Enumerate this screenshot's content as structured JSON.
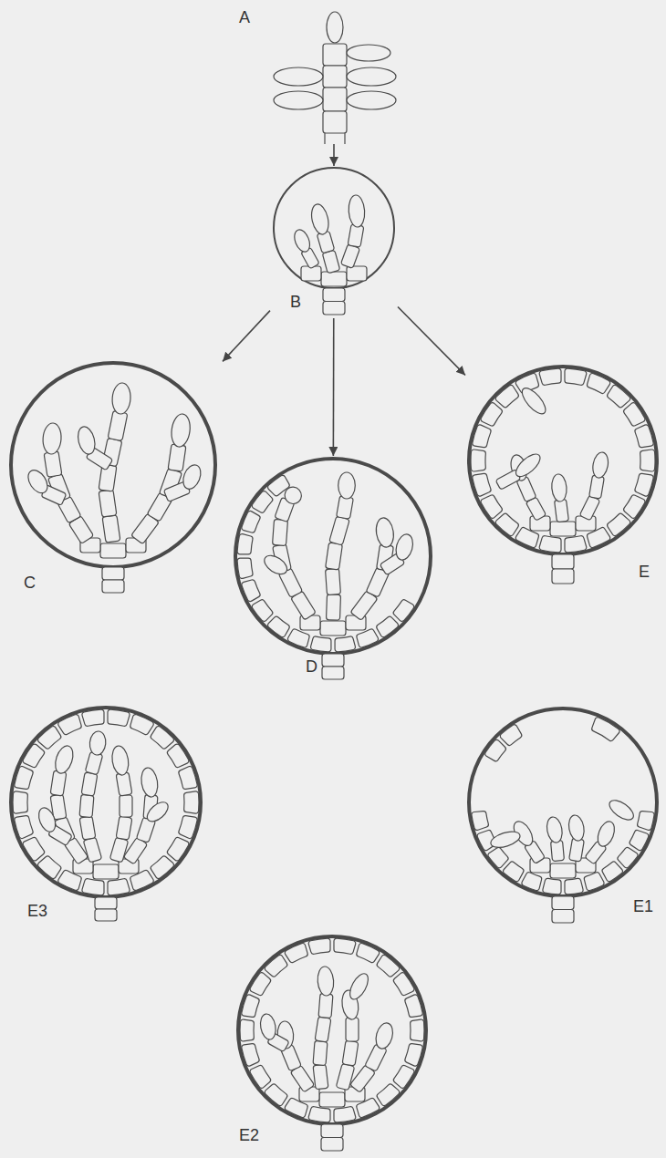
{
  "diagram": {
    "nodes": [
      {
        "text": [
          "A"
        ]
      },
      {
        "text": [
          "B"
        ]
      },
      {
        "text": [
          "C"
        ]
      },
      {
        "text": [
          "E"
        ]
      },
      {
        "text": [
          "D"
        ]
      },
      {
        "text": [
          "E3"
        ]
      },
      {
        "text": [
          "E1"
        ]
      },
      {
        "text": [
          "E2"
        ]
      }
    ],
    "edges": [
      {
        "from": 0,
        "to": 1,
        "arrow": "to"
      },
      {
        "from": 1,
        "to": 2,
        "arrow": "to"
      },
      {
        "from": 1,
        "to": 4,
        "arrow": "to"
      },
      {
        "from": 1,
        "to": 3,
        "arrow": "to"
      }
    ]
  }
}
